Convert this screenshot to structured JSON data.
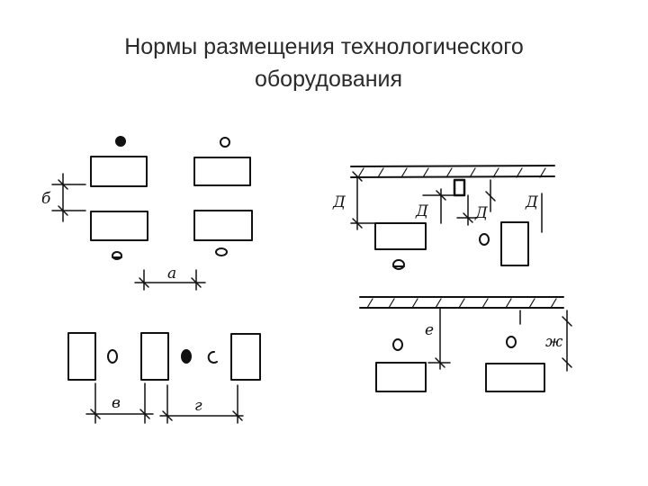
{
  "slide": {
    "title_line1": "Нормы размещения технологического",
    "title_line2": "оборудования"
  },
  "diagram": {
    "labels": {
      "b": "б",
      "a": "а",
      "v": "в",
      "g": "г",
      "d1": "Д",
      "d2": "Д",
      "d3": "Д",
      "d4": "Д",
      "e": "е",
      "zh": "ж"
    },
    "colors": {
      "ink": "#111111",
      "background": "#ffffff"
    }
  }
}
